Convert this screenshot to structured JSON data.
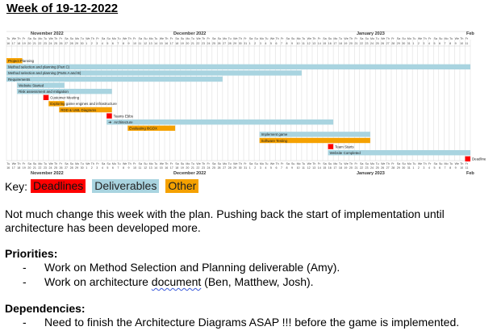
{
  "title": "Week of 19-12-2022",
  "gantt": {
    "top_months": [
      "November 2022",
      "December 2022",
      "January 2023",
      "Feb"
    ],
    "bottom_months": [
      "November 2022",
      "December 2022",
      "January 2023",
      "Feb"
    ],
    "day_letters": [
      "Tu",
      "We",
      "Th",
      "Fr",
      "Sa",
      "Su",
      "Mo"
    ],
    "first_day_of_month_index": [
      0,
      14,
      45,
      76,
      107
    ],
    "month_day_count_before": 14,
    "colors": {
      "blue": "#a9d4e0",
      "orange": "#f5a100",
      "red": "#ff0000"
    },
    "tasks": [
      {
        "label": "Project Planning",
        "type": "orange",
        "start": 0,
        "end": 3
      },
      {
        "label": "Method selection and planning (Part C)",
        "type": "blue",
        "start": 0,
        "end": 88
      },
      {
        "label": "Method selection and planning (Parts A and B)",
        "type": "blue",
        "start": 0,
        "end": 56
      },
      {
        "label": "Requirements",
        "type": "blue",
        "start": 0,
        "end": 41
      },
      {
        "label": "Website Started",
        "type": "blue",
        "start": 2,
        "end": 11
      },
      {
        "label": "Risk assessment and mitigation",
        "type": "blue",
        "start": 2,
        "end": 20
      },
      {
        "label": "Customer Meeting",
        "type": "red",
        "start": 7,
        "end": 8
      },
      {
        "label": "Exploring game engines and infrastructure",
        "type": "orange",
        "start": 8,
        "end": 11
      },
      {
        "label": "RDD & UML Diagrams",
        "type": "orange",
        "start": 10,
        "end": 20
      },
      {
        "label": "Teams Ebbs",
        "type": "red",
        "start": 19,
        "end": 20
      },
      {
        "label": "Architecture",
        "type": "blue",
        "start": 19,
        "end": 62,
        "arrow": true
      },
      {
        "label": "Evaluating ibGDX",
        "type": "orange",
        "start": 23,
        "end": 32
      },
      {
        "label": "Implement game",
        "type": "blue",
        "start": 48,
        "end": 69
      },
      {
        "label": "Software Testing",
        "type": "orange",
        "start": 48,
        "end": 69
      },
      {
        "label": "Team Starts",
        "type": "red",
        "start": 61,
        "end": 62
      },
      {
        "label": "Website Completed",
        "type": "blue",
        "start": 61,
        "end": 88
      },
      {
        "label": "Deadline",
        "type": "red",
        "start": 87,
        "end": 88
      }
    ]
  },
  "key": {
    "label": "Key:",
    "deadlines": "Deadlines",
    "deliverables": "Deliverables",
    "other": "Other"
  },
  "summary": "Not much change this week with the plan. Pushing back the start of implementation until architecture has been developed more.",
  "priorities": {
    "heading": "Priorities:",
    "items": [
      {
        "dash": "-",
        "text": "Work on Method Selection and Planning deliverable (Amy)."
      },
      {
        "dash": "-",
        "text_before": "Work on architecture ",
        "text_squiggle": "document",
        "text_after": " (Ben, Matthew, Josh)."
      }
    ]
  },
  "dependencies": {
    "heading": "Dependencies:",
    "items": [
      {
        "dash": "-",
        "text": "Need to finish the Architecture Diagrams ASAP !!! before the game is implemented."
      }
    ]
  }
}
